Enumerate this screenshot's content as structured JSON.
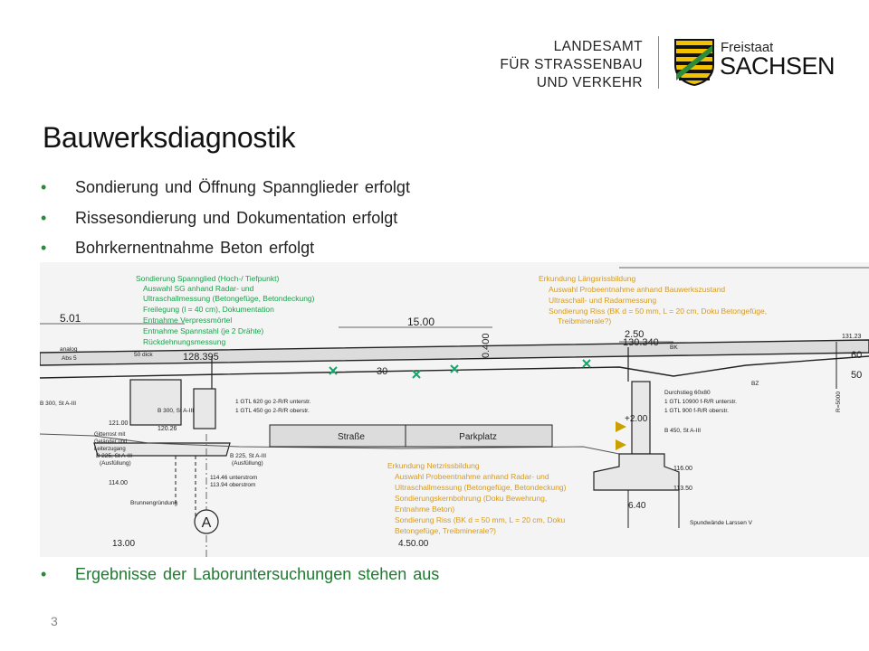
{
  "header": {
    "org_lines": [
      "LANDESAMT",
      "FÜR STRASSENBAU",
      "UND VERKEHR"
    ],
    "freistaat": "Freistaat",
    "sachsen": "SACHSEN"
  },
  "slide": {
    "title": "Bauwerksdiagnostik",
    "bullets": [
      "Sondierung und Öffnung Spannglieder erfolgt",
      "Rissesondierung und Dokumentation erfolgt",
      "Bohrkernentnahme Beton erfolgt"
    ],
    "result_bullet": "Ergebnisse der Laboruntersuchungen stehen aus",
    "page_number": "3"
  },
  "drawing": {
    "annot_spannglied": [
      "Sondierung Spannglied (Hoch-/ Tiefpunkt)",
      "Auswahl SG anhand Radar- und",
      "Ultraschallmessung (Betongefüge, Betondeckung)",
      "Freilegung (l = 40 cm), Dokumentation",
      "Entnahme Verpressmörtel",
      "Entnahme Spannstahl (je 2 Drähte)",
      "Rückdehnungsmessung"
    ],
    "annot_laengsriss": [
      "Erkundung Längsrissbildung",
      "Auswahl Probeentnahme anhand Bauwerkszustand",
      "Ultraschall- und Radarmessung",
      "Sondierung Riss (BK d = 50 mm, L = 20 cm, Doku Betongefüge,",
      "Treibminerale?)"
    ],
    "annot_netzriss": [
      "Erkundung Netzrissbildung",
      "Auswahl Probeentnahme anhand Radar- und",
      "Ultraschallmessung (Betongefüge, Betondeckung)",
      "Sondierungskernbohrung (Doku Bewehrung,",
      "Entnahme Beton)",
      "Sondierung Riss (BK d = 50 mm, L = 20 cm, Doku",
      "Betongefüge, Treibminerale?)"
    ],
    "labels": {
      "strasse": "Straße",
      "parkplatz": "Parkplatz",
      "axis_a": "A",
      "span_15": "15.00",
      "dim_501": "5.01",
      "dim_1300": "13.00",
      "dim_4550": "4.50.00",
      "dim_640": "6.40",
      "dim_250": "2.50",
      "dim_130340": "130.340",
      "dim_128395": "128.395",
      "dim_0400": "0.400",
      "dim_200": "+2.00",
      "dim_12026": "120.26",
      "dim_12100": "121.00",
      "dim_11400": "114.00",
      "dim_11600": "116.00",
      "dim_11350": "113.50",
      "dim_13123": "131.23",
      "dim_60": "60",
      "dim_50": "50",
      "dim_30": "30",
      "gtl_left_1": "1 GTL 620 go 2-R/R unterstr.",
      "gtl_left_2": "1 GTL 450 go 2-R/R oberstr.",
      "gtl_right_1": "1 GTL 10900 f-R/R unterstr.",
      "gtl_right_2": "1 GTL 900 f-R/R oberstr.",
      "durchstieg": "Durchstieg 60x80",
      "b300_1": "B 300, St A-III",
      "b300_2": "B 300, St A-III",
      "b225_1": "B 225, St A-III",
      "b225_1b": "(Ausfüllung)",
      "b225_2": "B 225, St A-III",
      "b225_2b": "(Ausfüllung)",
      "b450": "B 450, St A-III",
      "glitterrost": "Gitterrost mit",
      "gelaender": "Geländer und",
      "leiter": "Leiterzugang",
      "brunnen": "Brunnengründung",
      "spundwand": "Spundwände Larssen V",
      "unterstrom": "114.46 unterstrom",
      "oberstrom": "113.94 oberstrom",
      "analog": "analog",
      "abs5": "Abs 5",
      "dick": "50 dick",
      "bk": "BK",
      "bz": "BZ",
      "r5000": "R=5000"
    }
  }
}
